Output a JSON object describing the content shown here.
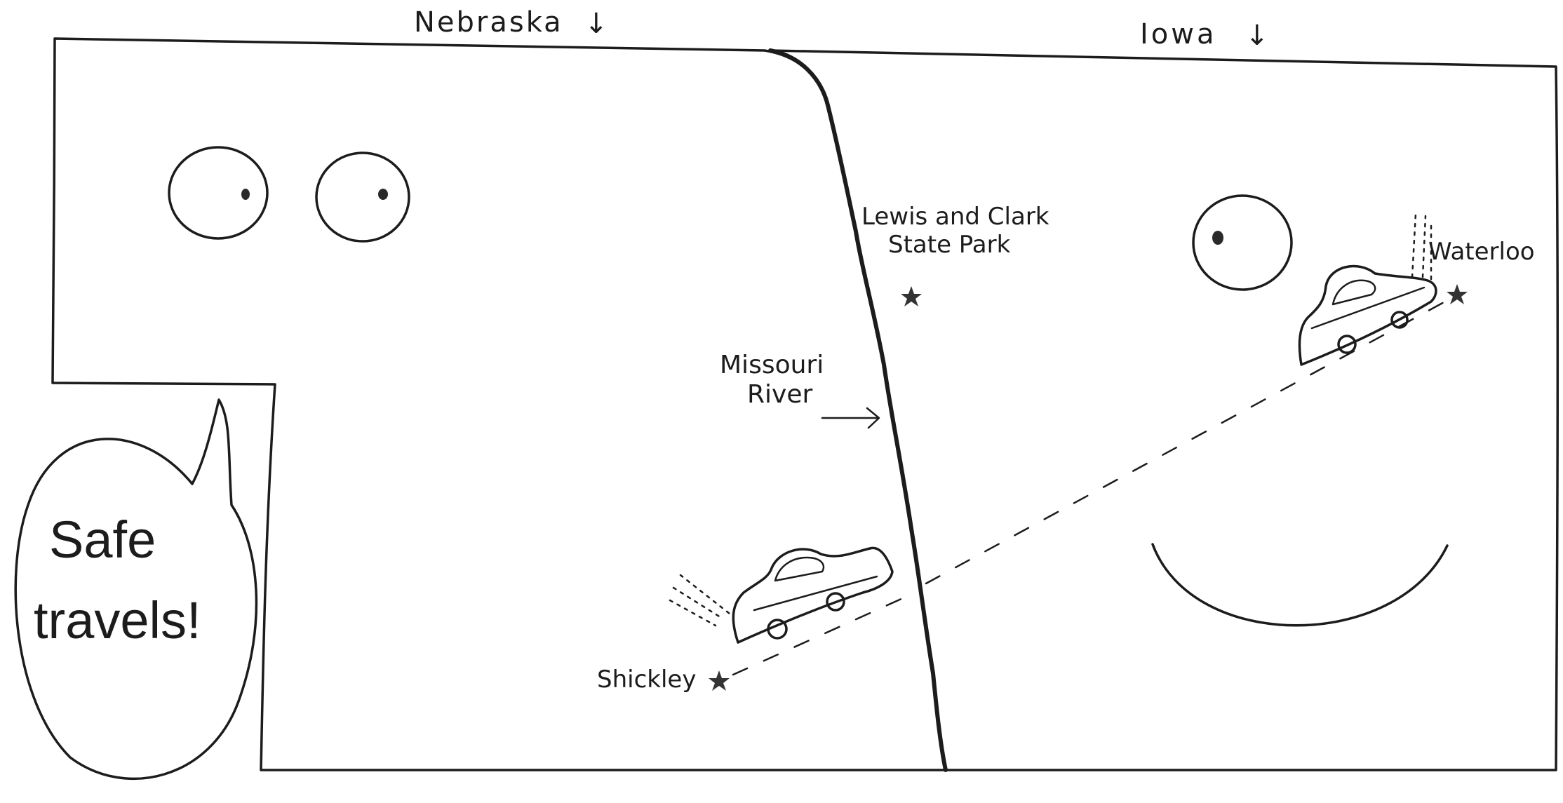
{
  "map": {
    "states": [
      {
        "name": "Nebraska",
        "label": "Nebraska",
        "arrow": "↓"
      },
      {
        "name": "Iowa",
        "label": "Iowa",
        "arrow": "↓"
      }
    ],
    "river": {
      "label_line1": "Missouri",
      "label_line2": "River"
    },
    "places": {
      "lewis_clark_line1": "Lewis and Clark",
      "lewis_clark_line2": "State Park",
      "shickley": "Shickley",
      "waterloo": "Waterloo"
    },
    "speech_bubble": {
      "line1": "Safe",
      "line2": "travels!"
    }
  }
}
